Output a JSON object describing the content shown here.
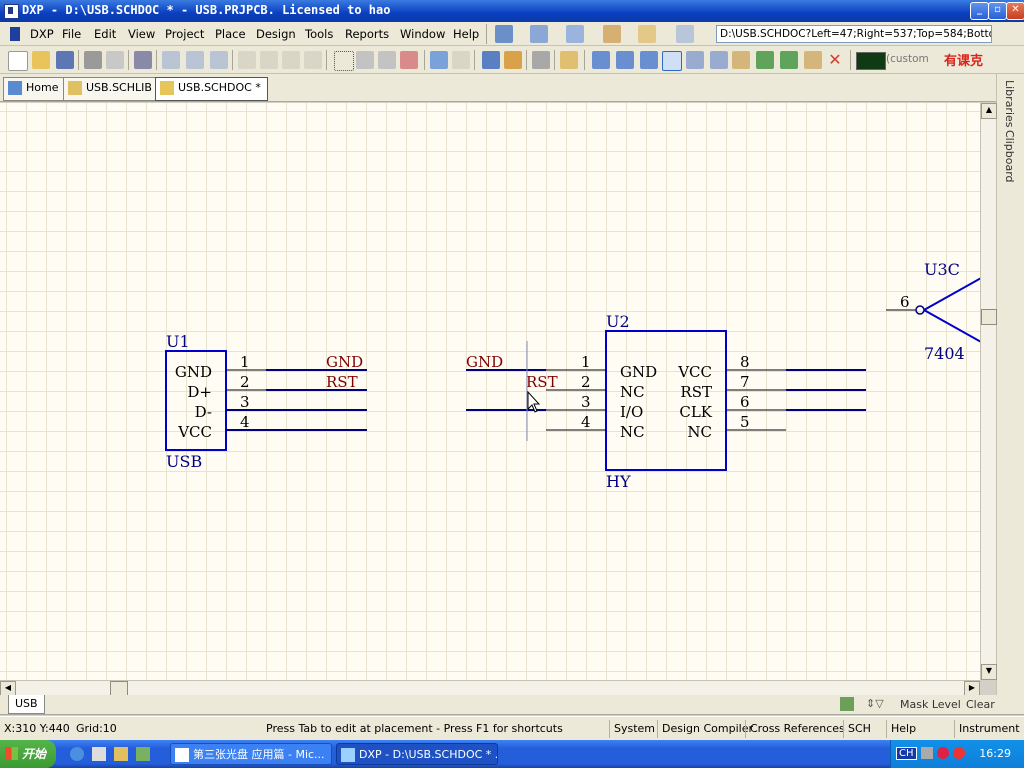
{
  "window": {
    "title": "DXP - D:\\USB.SCHDOC * - USB.PRJPCB. Licensed to hao"
  },
  "menu": [
    "DXP",
    "File",
    "Edit",
    "View",
    "Project",
    "Place",
    "Design",
    "Tools",
    "Reports",
    "Window",
    "Help"
  ],
  "path_box": "D:\\USB.SCHDOC?Left=47;Right=537;Top=584;Bottor",
  "color_box": "(custom",
  "watermark": "有课克",
  "tabs": [
    {
      "label": "Home",
      "icon": "home-icon"
    },
    {
      "label": "USB.SCHLIB",
      "icon": "library-icon"
    },
    {
      "label": "USB.SCHDOC *",
      "icon": "schematic-icon",
      "active": true
    }
  ],
  "side_panels": [
    "Libraries",
    "Clipboard"
  ],
  "schematic": {
    "u1": {
      "designator": "U1",
      "comment": "USB",
      "pins": [
        {
          "num": "1",
          "name": "GND",
          "net": "GND"
        },
        {
          "num": "2",
          "name": "D+",
          "net": "RST"
        },
        {
          "num": "3",
          "name": "D-",
          "net": ""
        },
        {
          "num": "4",
          "name": "VCC",
          "net": ""
        }
      ]
    },
    "u2": {
      "designator": "U2",
      "comment": "HY",
      "left_pins": [
        {
          "num": "1",
          "name": "GND"
        },
        {
          "num": "2",
          "name": "NC"
        },
        {
          "num": "3",
          "name": "I/O"
        },
        {
          "num": "4",
          "name": "NC"
        }
      ],
      "right_pins": [
        {
          "num": "8",
          "name": "VCC"
        },
        {
          "num": "7",
          "name": "RST"
        },
        {
          "num": "6",
          "name": "CLK"
        },
        {
          "num": "5",
          "name": "NC"
        }
      ],
      "left_nets": [
        "GND",
        "RST"
      ]
    },
    "u3": {
      "designator": "U3C",
      "comment": "7404",
      "pin": "6"
    },
    "colors": {
      "wire": "#000080",
      "net_label": "#800000",
      "pin_text": "#000000",
      "body": "#0000cc"
    }
  },
  "sheet_tab": "USB",
  "mask_level": "Mask Level",
  "clear": "Clear",
  "status": {
    "coords": "X:310 Y:440",
    "grid": "Grid:10",
    "message": "Press Tab to edit at placement - Press F1 for shortcuts",
    "buttons": [
      "System",
      "Design Compiler",
      "Cross References",
      "SCH",
      "Help",
      "Instrument Racks"
    ]
  },
  "taskbar": {
    "start": "开始",
    "tasks": [
      "第三张光盘 应用篇 - Mic...",
      "DXP - D:\\USB.SCHDOC * ..."
    ],
    "ime": "CH",
    "clock": "16:29"
  }
}
